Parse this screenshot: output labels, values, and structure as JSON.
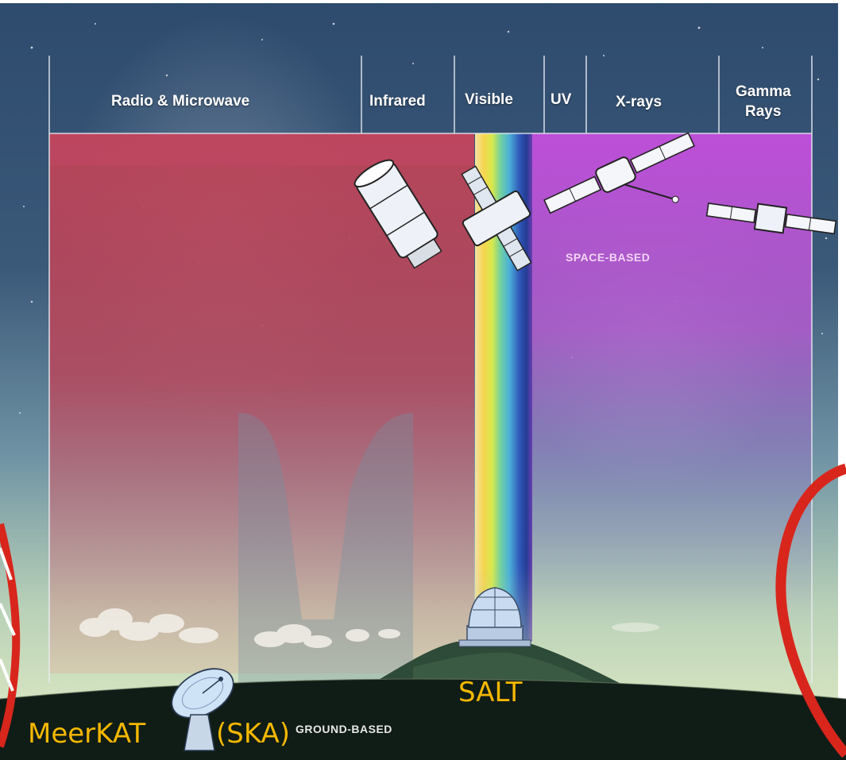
{
  "bands": {
    "radio": "Radio & Microwave",
    "infrared": "Infrared",
    "visible": "Visible",
    "uv": "UV",
    "xrays": "X-rays",
    "gamma_line1": "Gamma",
    "gamma_line2": "Rays"
  },
  "regions": {
    "space": "SPACE-BASED",
    "ground": "GROUND-BASED"
  },
  "annotations": {
    "salt": "SALT",
    "meerkat": "MeerKAT",
    "ska": "(SKA)"
  },
  "colors": {
    "annotation": "#f5b800",
    "highlight_ring": "#d8261c",
    "radio_band": "#b8485c",
    "xray_band": "#b84fd0",
    "sky_top": "#2f4f72",
    "ground": "#0f1a14"
  }
}
